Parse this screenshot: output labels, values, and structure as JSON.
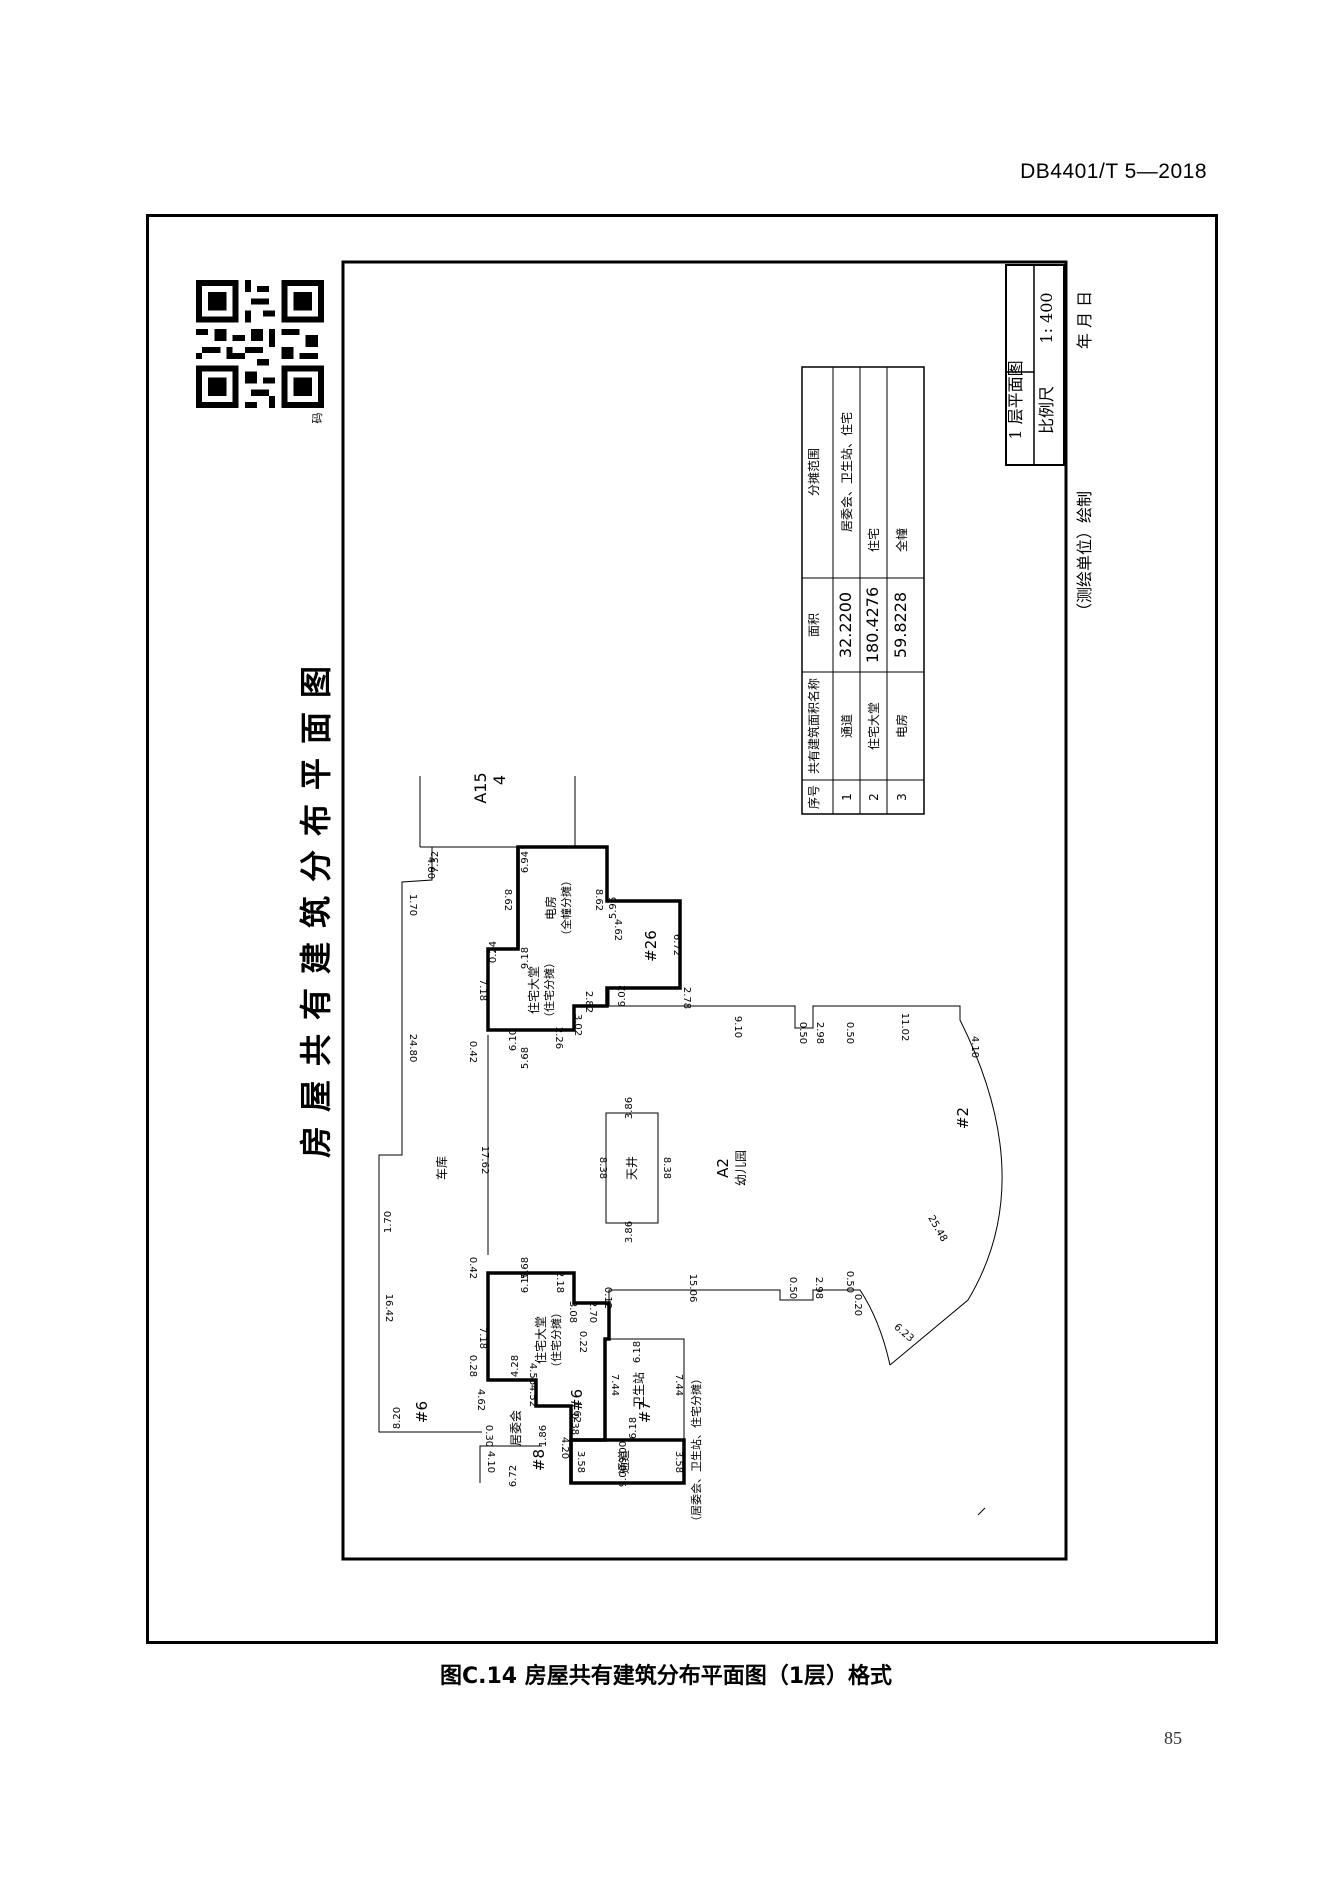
{
  "header": {
    "standard_code": "DB4401/T 5—2018"
  },
  "caption": "图C.14  房屋共有建筑分布平面图（1层）格式",
  "page_number": "85",
  "sheet": {
    "title": "房屋共有建筑分布平面图",
    "qr_note": "码",
    "floor_label": "1 层平面图",
    "scale_label": "比例尺",
    "scale_value": "1:  400",
    "date_label": "年    月    日",
    "surveyor_label": "（测绘单位）绘制"
  },
  "table": {
    "headers": [
      "序号",
      "共有建筑面积名称",
      "面积",
      "分摊范围"
    ],
    "rows": [
      [
        "1",
        "通道",
        "32.2200",
        "居委会、卫生站、住宅"
      ],
      [
        "2",
        "住宅大堂",
        "180.4276",
        "住宅"
      ],
      [
        "3",
        "电房",
        "59.8228",
        "全幢"
      ]
    ]
  },
  "plan": {
    "a15_label": "A15",
    "a15_num": "4",
    "a2_label": "A2",
    "kindergarten": "幼儿园",
    "garage": "车库",
    "skywell": "天井",
    "electric_room": "电房",
    "electric_scope": "（全幢分摊）",
    "lobby": "住宅大堂",
    "lobby_scope": "（住宅分摊）",
    "health": "卫生站",
    "committee": "居委会",
    "passage": "通道",
    "passage_scope": "（居委会、卫生站、住宅分摊）",
    "num_26": "#26",
    "num_2": "#2",
    "num_6a": "#6",
    "num_6b": "#6",
    "num_7": "#7",
    "num_8": "#8",
    "dims": [
      "7.32",
      "4.00",
      "1.70",
      "24.80",
      "6.94",
      "8.62",
      "8.62",
      "5.96",
      "4.62",
      "6.72",
      "9.18",
      "7.18",
      "2.82",
      "6.02",
      "2.78",
      "6.10",
      "2.26",
      "3.02",
      "5.68",
      "0.42",
      "9.10",
      "0.50",
      "2.98",
      "0.50",
      "11.02",
      "4.10",
      "3.86",
      "8.38",
      "8.38",
      "3.86",
      "17.62",
      "1.70",
      "5.68",
      "0.42",
      "6.10",
      "2.18",
      "3.08",
      "0.12",
      "2.70",
      "15.06",
      "0.50",
      "2.98",
      "0.50",
      "0.20",
      "7.18",
      "4.28",
      "0.22",
      "6.18",
      "0.28",
      "4.56",
      "4.52",
      "16.42",
      "7.44",
      "7.44",
      "4.62",
      "1.62",
      "0.30",
      "6.18",
      "8.20",
      "1.86",
      "9.00",
      "4.20",
      "0.38",
      "3.58",
      "3.58",
      "9.00",
      "4.10",
      "6.72",
      "25.48",
      "6.23",
      "0.24"
    ]
  }
}
